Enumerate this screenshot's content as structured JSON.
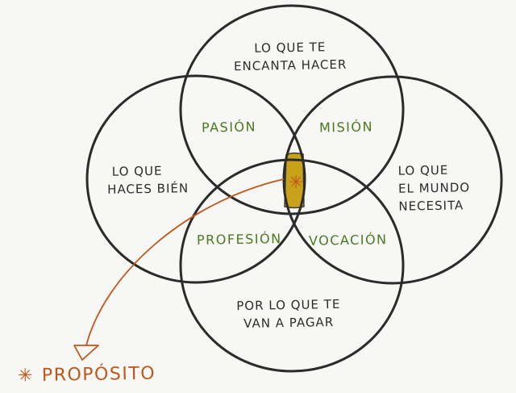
{
  "circles": {
    "top": [
      "LO QUE TE",
      "ENCANTA HACER"
    ],
    "left": [
      "LO QUE",
      "HACES BIÉN"
    ],
    "right": [
      "LO QUE",
      "EL MUNDO",
      "NECESITA"
    ],
    "bottom": [
      "POR LO QUE TE",
      "VAN A PAGAR"
    ]
  },
  "overlaps": {
    "top_left": "PASIÓN",
    "top_right": "MISIÓN",
    "bottom_left": "PROFESIÓN",
    "bottom_right": "VOCACIÓN"
  },
  "center_mark": "✳",
  "legend": {
    "marker": "✳",
    "label": "PROPÓSITO"
  },
  "colors": {
    "ink": "#2b2b2b",
    "overlap_text": "#4a7a1f",
    "highlight": "#c9a21b",
    "arrow": "#c1561a"
  }
}
